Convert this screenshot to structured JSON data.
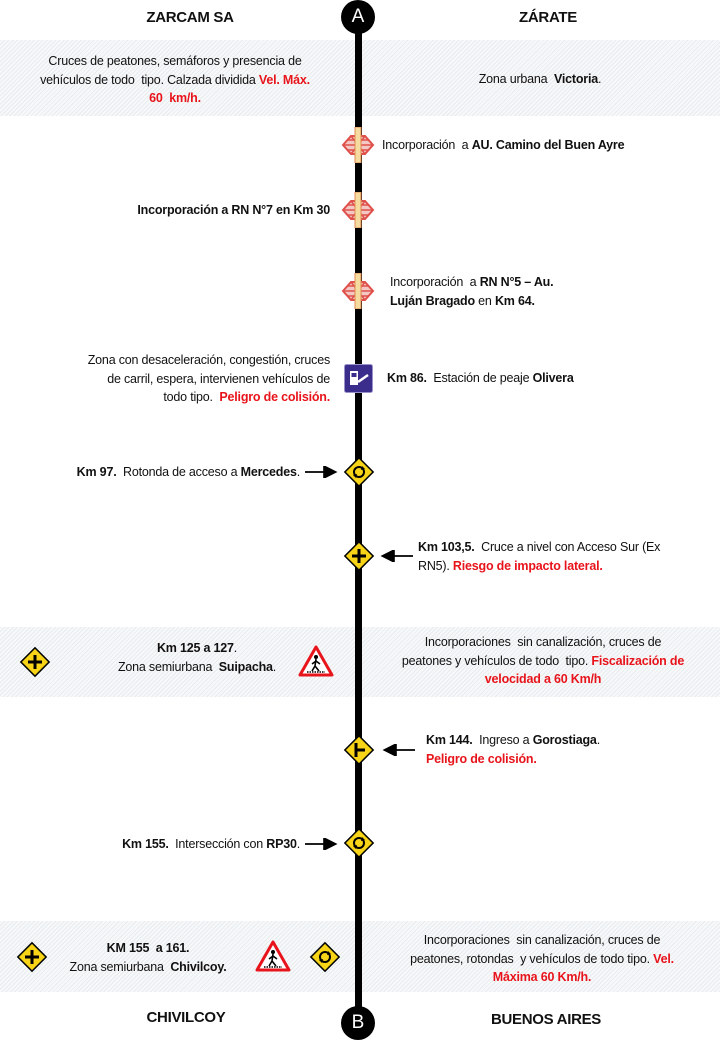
{
  "header": {
    "left": "ZARCAM SA",
    "right": "ZÁRATE",
    "start_node": "A"
  },
  "footer": {
    "left": "CHIVILCOY",
    "right": "BUENOS AIRES",
    "end_node": "B"
  },
  "colors": {
    "red": "#e8141b",
    "sign_yellow": "#f7d417",
    "toll_blue": "#3a2d8c",
    "band": "#eceff2"
  },
  "band1": {
    "left": [
      [
        {
          "t": "Cruces de peatones, semáforos y presencia de",
          "s": ""
        }
      ],
      [
        {
          "t": "vehículos de todo  tipo. Calzada dividida ",
          "s": ""
        },
        {
          "t": "Vel. Máx.",
          "s": "red"
        }
      ],
      [
        {
          "t": "60  km/h.",
          "s": "red"
        }
      ]
    ],
    "right": [
      [
        {
          "t": "Zona urbana  ",
          "s": ""
        },
        {
          "t": "Victoria",
          "s": "b"
        },
        {
          "t": ".",
          "s": ""
        }
      ]
    ]
  },
  "points": {
    "p1": [
      [
        {
          "t": "Incorporación  a ",
          "s": ""
        },
        {
          "t": "AU. Camino del Buen Ayre",
          "s": "b"
        }
      ]
    ],
    "p2": [
      [
        {
          "t": "Incorporación a RN N°7 en Km 30",
          "s": "b"
        }
      ]
    ],
    "p3": [
      [
        {
          "t": "Incorporación  a ",
          "s": ""
        },
        {
          "t": "RN N°5 – Au.",
          "s": "b"
        }
      ],
      [
        {
          "t": "Luján Bragado",
          "s": "b"
        },
        {
          "t": " en ",
          "s": ""
        },
        {
          "t": "Km 64.",
          "s": "b"
        }
      ]
    ],
    "p4_left": [
      [
        {
          "t": "Zona con desaceleración, congestión, cruces",
          "s": ""
        }
      ],
      [
        {
          "t": "de carril, espera, intervienen vehículos de",
          "s": ""
        }
      ],
      [
        {
          "t": "todo tipo.  ",
          "s": ""
        },
        {
          "t": "Peligro de colisión.",
          "s": "red"
        }
      ]
    ],
    "p4_right": [
      [
        {
          "t": "Km 86.",
          "s": "b"
        },
        {
          "t": "  Estación de peaje ",
          "s": ""
        },
        {
          "t": "Olivera",
          "s": "b"
        }
      ]
    ],
    "p5": [
      [
        {
          "t": "Km 97.",
          "s": "b"
        },
        {
          "t": "  Rotonda de acceso a ",
          "s": ""
        },
        {
          "t": "Mercedes",
          "s": "b"
        },
        {
          "t": ".",
          "s": ""
        }
      ]
    ],
    "p6": [
      [
        {
          "t": "Km 103,5.",
          "s": "b"
        },
        {
          "t": "  Cruce a nivel con Acceso Sur (Ex",
          "s": ""
        }
      ],
      [
        {
          "t": "RN5). ",
          "s": ""
        },
        {
          "t": "Riesgo de impacto lateral.",
          "s": "red"
        }
      ]
    ],
    "p7": [
      [
        {
          "t": "Km 144.",
          "s": "b"
        },
        {
          "t": "  Ingreso a ",
          "s": ""
        },
        {
          "t": "Gorostiaga",
          "s": "b"
        },
        {
          "t": ".",
          "s": ""
        }
      ],
      [
        {
          "t": "Peligro de colisión.",
          "s": "red"
        }
      ]
    ],
    "p8": [
      [
        {
          "t": "Km 155.",
          "s": "b"
        },
        {
          "t": "  Intersección con ",
          "s": ""
        },
        {
          "t": "RP30",
          "s": "b"
        },
        {
          "t": ".",
          "s": ""
        }
      ]
    ]
  },
  "band2": {
    "left": [
      [
        {
          "t": "Km 125 a 127",
          "s": "b"
        },
        {
          "t": ".",
          "s": ""
        }
      ],
      [
        {
          "t": "Zona semiurbana  ",
          "s": ""
        },
        {
          "t": "Suipacha",
          "s": "b"
        },
        {
          "t": ".",
          "s": ""
        }
      ]
    ],
    "right": [
      [
        {
          "t": "Incorporaciones  sin canalización, cruces de",
          "s": ""
        }
      ],
      [
        {
          "t": "peatones y vehículos de todo  tipo. ",
          "s": ""
        },
        {
          "t": "Fiscalización de",
          "s": "red"
        }
      ],
      [
        {
          "t": "velocidad a 60 Km/h",
          "s": "red"
        }
      ]
    ]
  },
  "band3": {
    "left": [
      [
        {
          "t": "KM 155  a 161.",
          "s": "b"
        }
      ],
      [
        {
          "t": "Zona semiurbana  ",
          "s": ""
        },
        {
          "t": "Chivilcoy.",
          "s": "b"
        }
      ]
    ],
    "right": [
      [
        {
          "t": "Incorporaciones  sin canalización, cruces de",
          "s": ""
        }
      ],
      [
        {
          "t": "peatones, rotondas  y vehículos de todo tipo. ",
          "s": ""
        },
        {
          "t": "Vel.",
          "s": "red"
        }
      ],
      [
        {
          "t": "Máxima 60 Km/h.",
          "s": "red"
        }
      ]
    ]
  }
}
